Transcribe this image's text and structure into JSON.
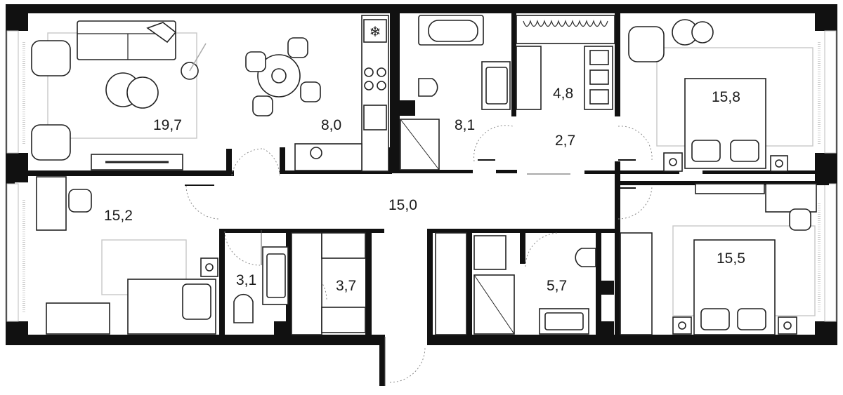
{
  "plan": {
    "rooms": [
      {
        "id": "living-room",
        "area": "19,7"
      },
      {
        "id": "kitchen",
        "area": "8,0"
      },
      {
        "id": "bathroom-main",
        "area": "8,1"
      },
      {
        "id": "walk-in-closet-top",
        "area": "4,8"
      },
      {
        "id": "corridor-small",
        "area": "2,7"
      },
      {
        "id": "bedroom-top-right",
        "area": "15,8"
      },
      {
        "id": "bedroom-left",
        "area": "15,2"
      },
      {
        "id": "hallway",
        "area": "15,0"
      },
      {
        "id": "wc",
        "area": "3,1"
      },
      {
        "id": "closet-left",
        "area": "3,7"
      },
      {
        "id": "bathroom-right",
        "area": "5,7"
      },
      {
        "id": "bedroom-bottom-right",
        "area": "15,5"
      }
    ],
    "colors": {
      "wall": "#111111",
      "furniture_line": "#222222",
      "rug": "#c7c7c7",
      "background": "#ffffff"
    }
  }
}
